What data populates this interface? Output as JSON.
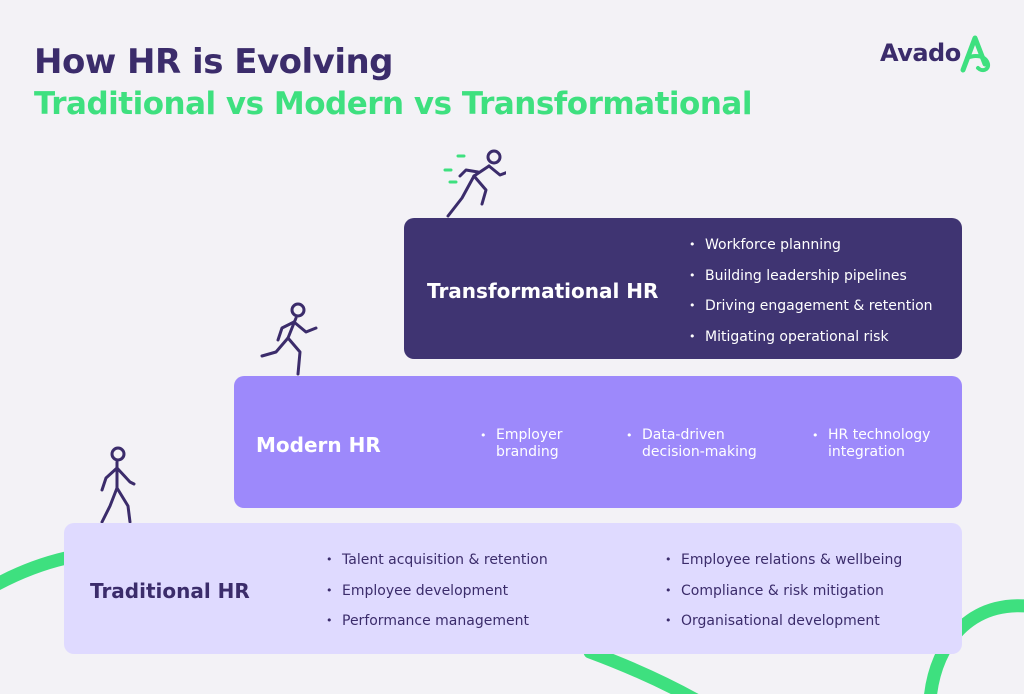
{
  "title": {
    "line1": "How HR is Evolving",
    "line2": "Traditional vs Modern vs Transformational"
  },
  "logo": {
    "text": "Avado"
  },
  "colors": {
    "purple_dark": "#3f3472",
    "purple_mid": "#9d89fb",
    "purple_light": "#dfdaff",
    "green": "#3ee07f",
    "title_purple": "#3b2c6b"
  },
  "tiers": {
    "transformational": {
      "label": "Transformational HR",
      "items": [
        "Workforce planning",
        "Building leadership pipelines",
        "Driving engagement & retention",
        "Mitigating operational risk"
      ]
    },
    "modern": {
      "label": "Modern HR",
      "items": [
        "Employer branding",
        "Data-driven decision-making",
        "HR technology integration"
      ]
    },
    "traditional": {
      "label": "Traditional HR",
      "items": [
        "Talent acquisition & retention",
        "Employee development",
        "Performance management",
        "Employee relations & wellbeing",
        "Compliance & risk mitigation",
        "Organisational development"
      ]
    }
  },
  "icons": [
    "walking-person-icon",
    "jogging-person-icon",
    "sprinting-person-icon",
    "avado-logo-mark"
  ]
}
